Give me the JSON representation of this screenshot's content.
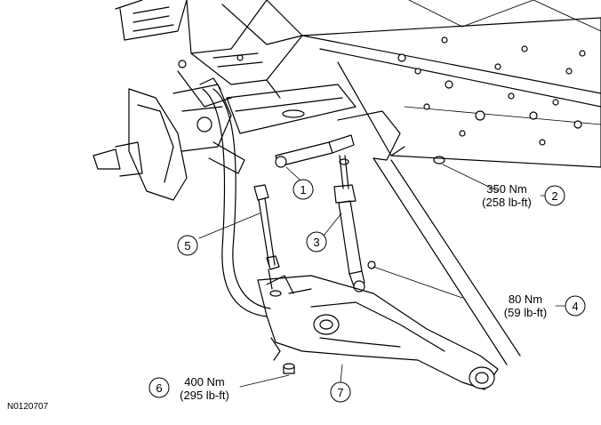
{
  "figure_id": "N0120707",
  "callouts": [
    {
      "number": "1"
    },
    {
      "number": "2",
      "torque_nm": "350 Nm",
      "torque_lbft": "(258 lb-ft)"
    },
    {
      "number": "3"
    },
    {
      "number": "4",
      "torque_nm": "80 Nm",
      "torque_lbft": "(59 lb-ft)"
    },
    {
      "number": "5"
    },
    {
      "number": "6",
      "torque_nm": "400 Nm",
      "torque_lbft": "(295 lb-ft)"
    },
    {
      "number": "7"
    }
  ]
}
